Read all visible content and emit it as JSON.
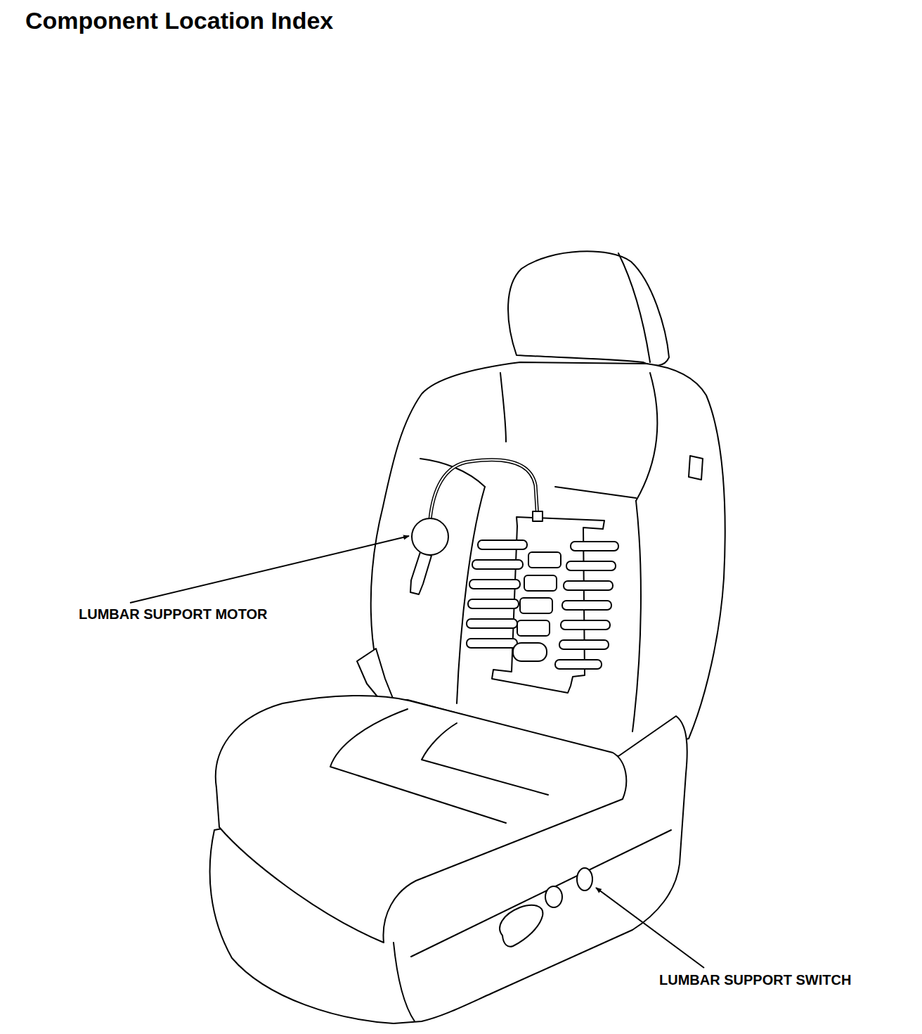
{
  "diagram": {
    "title": "Component Location Index",
    "labels": [
      "LUMBAR SUPPORT MOTOR",
      "LUMBAR SUPPORT SWITCH"
    ]
  }
}
